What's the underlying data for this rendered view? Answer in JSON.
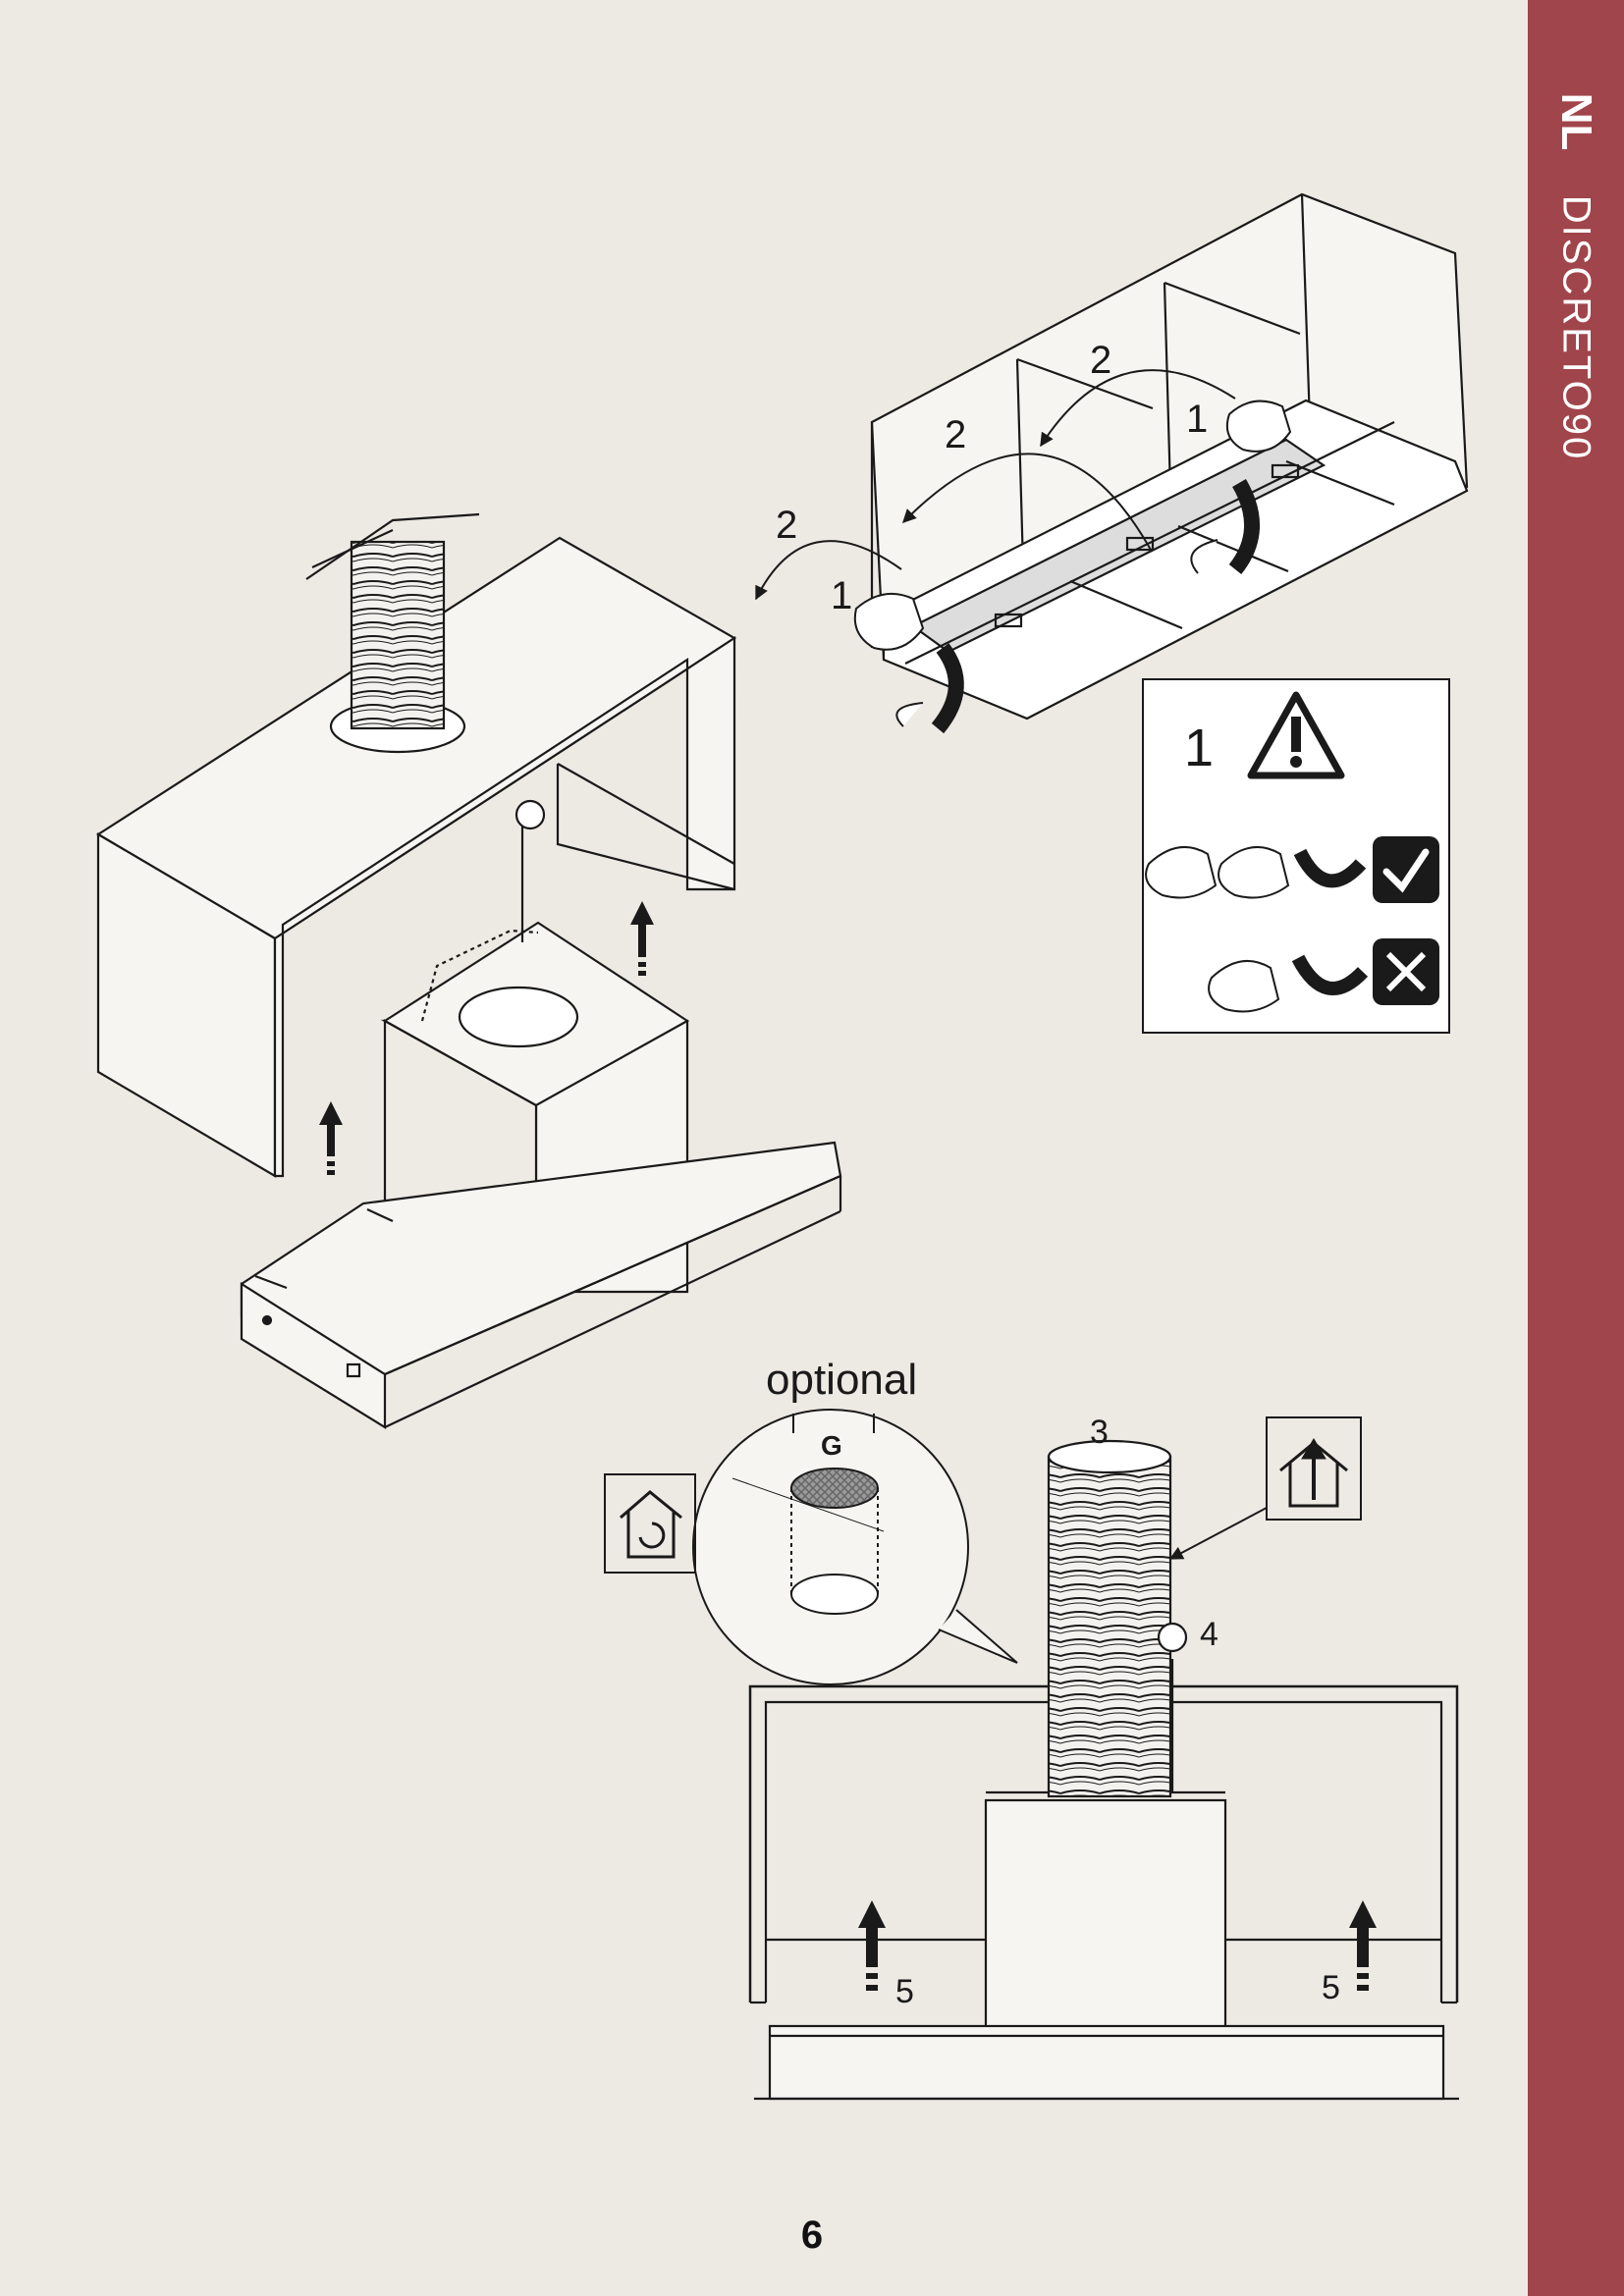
{
  "sidebar": {
    "language_code": "NL",
    "model": "DISCRETO90"
  },
  "figures": {
    "step_numbers": [
      "1",
      "2",
      "2",
      "2",
      "1"
    ],
    "warning": {
      "number": "1",
      "icon": "warning-triangle-icon",
      "correct_icon": "check-icon",
      "wrong_icon": "cross-icon"
    },
    "optional_label": "optional",
    "filter_letter": "G",
    "callouts": [
      "3",
      "4",
      "5",
      "5"
    ],
    "mode_icons": [
      "recirculation-house-icon",
      "extraction-house-icon"
    ]
  },
  "footer": {
    "page_number": "6"
  },
  "colors": {
    "background": "#ede9e3",
    "sidebar": "#a0454b",
    "line": "#1a1a1a"
  }
}
